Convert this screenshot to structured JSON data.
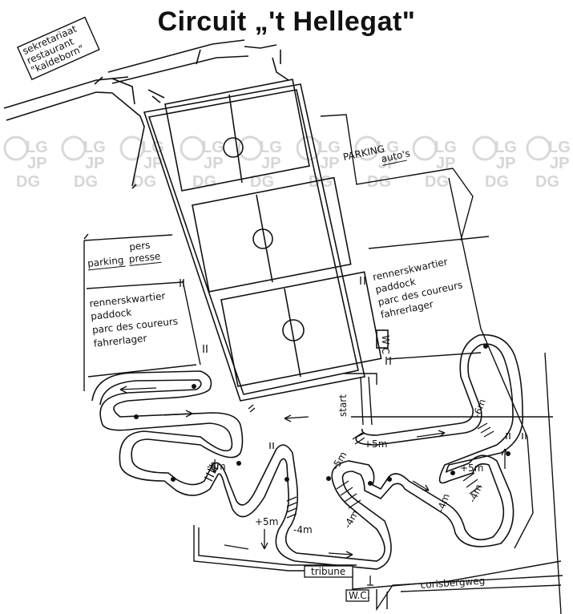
{
  "title": "Circuit „'t Hellegat\"",
  "labels": {
    "secretariat": [
      "sekretariaat",
      "restaurant",
      "\"kaldeborn\""
    ],
    "parking_autos": [
      "PARKING",
      "auto's"
    ],
    "parking_pers": [
      "pers",
      "parking",
      "presse"
    ],
    "paddock_left": [
      "rennerskwartier",
      "paddock",
      "parc des coureurs",
      "fahrerlager"
    ],
    "paddock_right": [
      "rennerskwartier",
      "paddock",
      "parc des coureurs",
      "fahrerlager"
    ],
    "wc_building": "W C",
    "start": "start",
    "tribune": "tribune",
    "wc_bottom": "W.C.",
    "road": "corisbergweg"
  },
  "elevations": [
    "-6m",
    "+5m",
    "+5m",
    "-4m",
    "-4m",
    "-5m",
    "-4m",
    "-5m",
    "+5m",
    "-4m"
  ],
  "watermark": {
    "letters_top": "LG",
    "letters_mid": "JP",
    "letters_bottom": "DG",
    "color": "#d6d6d6"
  },
  "colors": {
    "ink": "#111111",
    "background": "#ffffff"
  }
}
